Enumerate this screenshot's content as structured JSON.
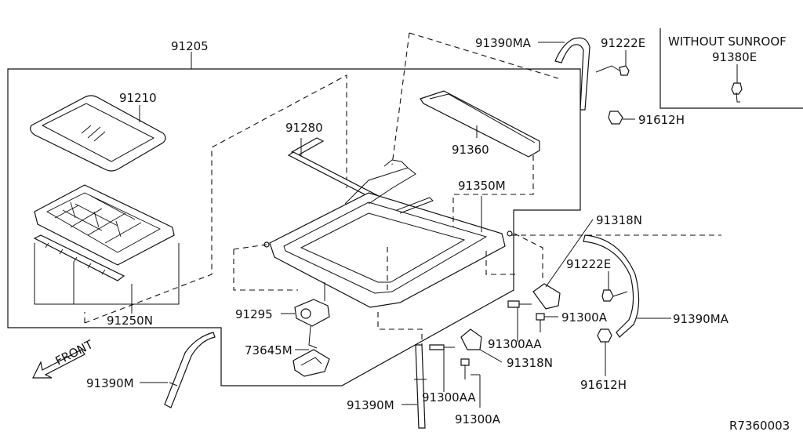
{
  "diagram_id": "R7360003",
  "inset": {
    "title": "WITHOUT SUNROOF",
    "part": "91380E"
  },
  "front_label": "FRONT",
  "labels": {
    "p91205": "91205",
    "p91210": "91210",
    "p91250N": "91250N",
    "p91280": "91280",
    "p91360": "91360",
    "p91350M": "91350M",
    "p91390MA_top": "91390MA",
    "p91222E_top": "91222E",
    "p91612H_top": "91612H",
    "p91318N_top": "91318N",
    "p91222E_mid": "91222E",
    "p91390MA_right": "91390MA",
    "p91300A_right": "91300A",
    "p91300AA_right": "91300AA",
    "p91318N_bottom": "91318N",
    "p91612H_bottom": "91612H",
    "p91295": "91295",
    "p73645M": "73645M",
    "p91390M_left": "91390M",
    "p91390M_bottom": "91390M",
    "p91300AA_bottom": "91300AA",
    "p91300A_bottom": "91300A"
  }
}
